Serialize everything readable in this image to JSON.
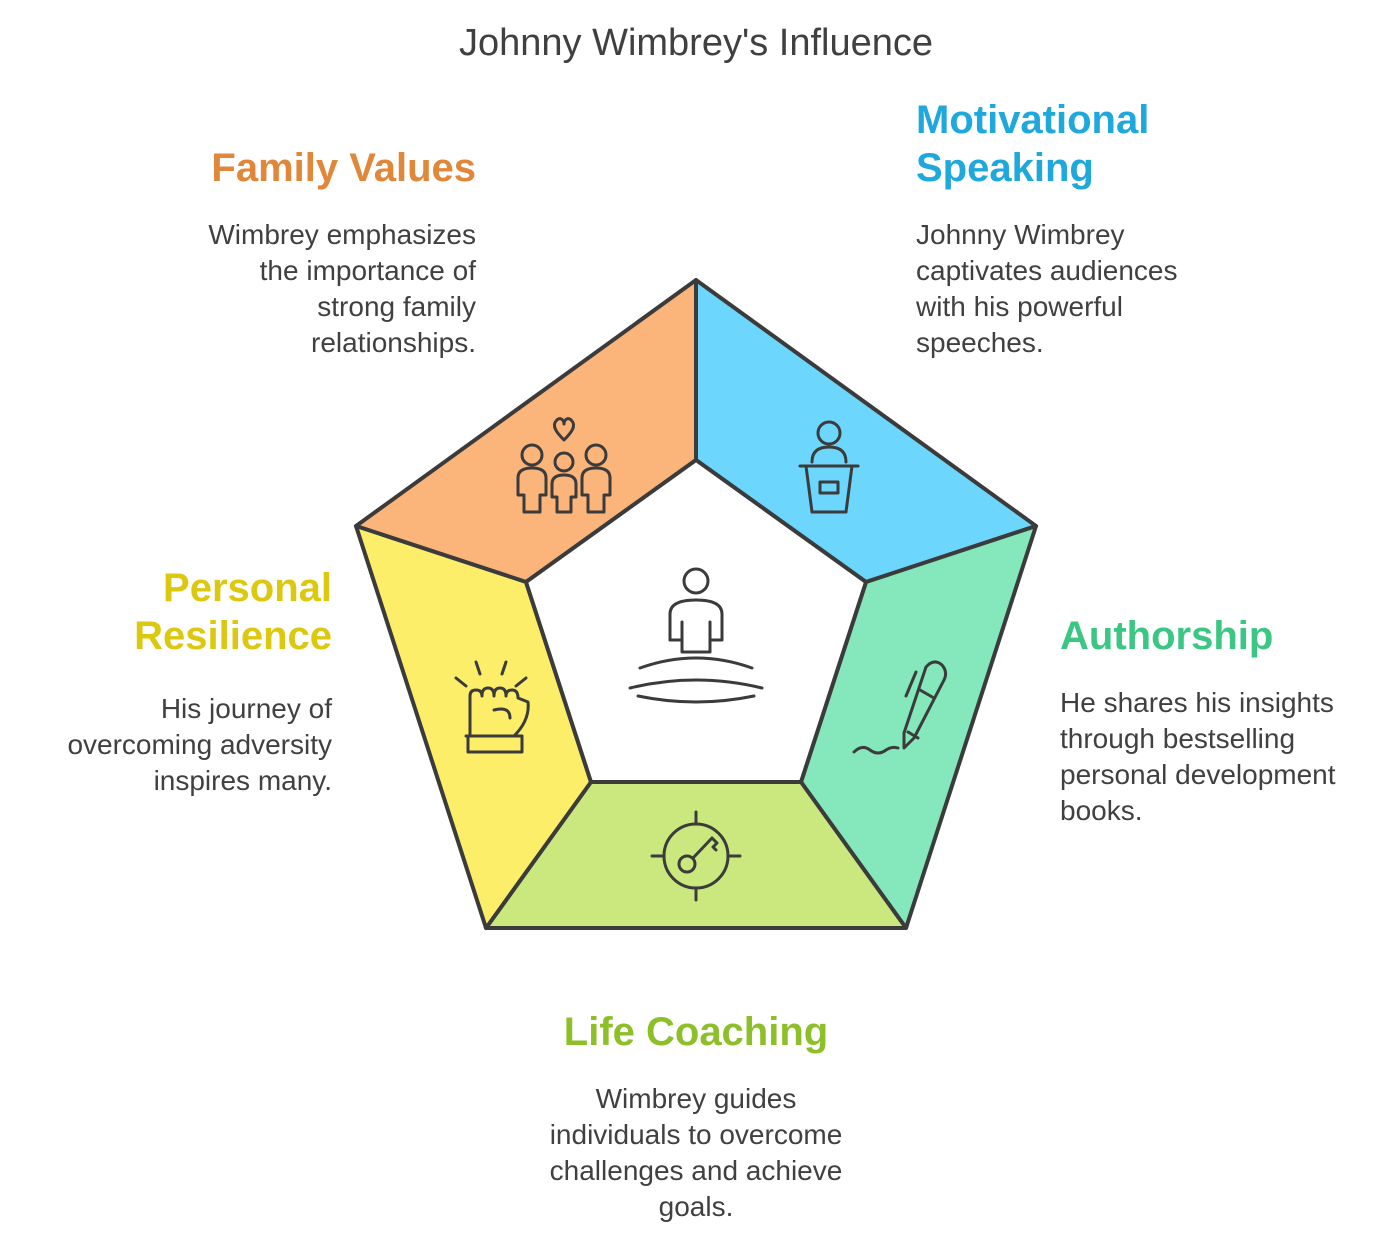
{
  "title": "Johnny Wimbrey's Influence",
  "colors": {
    "family": "#fbb57b",
    "family_text": "#e0873a",
    "speaking": "#6dd6fd",
    "speaking_text": "#1fa8dc",
    "authorship": "#85e8bd",
    "authorship_text": "#3cc683",
    "coaching": "#cbe87f",
    "coaching_text": "#8dbf28",
    "resilience": "#fdee6a",
    "resilience_text": "#dcc80e",
    "outline": "#3b3b3b"
  },
  "segments": [
    {
      "key": "family",
      "heading": "Family Values",
      "description": [
        "Wimbrey emphasizes",
        "the importance of",
        "strong family",
        "relationships."
      ],
      "icon": "family-heart-icon"
    },
    {
      "key": "speaking",
      "heading": [
        "Motivational",
        "Speaking"
      ],
      "description": [
        "Johnny Wimbrey",
        "captivates audiences",
        "with his powerful",
        "speeches."
      ],
      "icon": "speaker-podium-icon"
    },
    {
      "key": "authorship",
      "heading": "Authorship",
      "description": [
        "He shares his insights",
        "through bestselling",
        "personal development",
        "books."
      ],
      "icon": "pen-signature-icon"
    },
    {
      "key": "coaching",
      "heading": "Life Coaching",
      "description": [
        "Wimbrey guides",
        "individuals to overcome",
        "challenges and achieve",
        "goals."
      ],
      "icon": "target-key-icon"
    },
    {
      "key": "resilience",
      "heading": [
        "Personal",
        "Resilience"
      ],
      "description": [
        "His journey of",
        "overcoming adversity",
        "inspires many."
      ],
      "icon": "raised-fist-icon"
    }
  ],
  "center_icon": "meditating-person-icon"
}
